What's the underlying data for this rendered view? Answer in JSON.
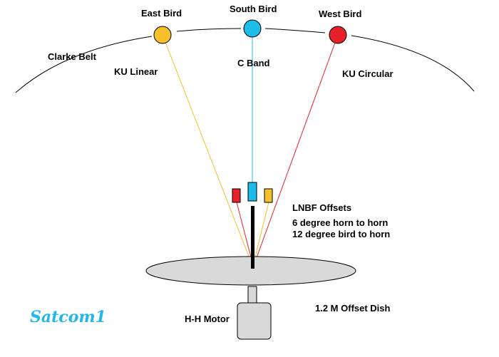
{
  "labels": {
    "east_bird": "East Bird",
    "south_bird": "South Bird",
    "west_bird": "West Bird",
    "clarke_belt": "Clarke Belt",
    "ku_linear": "KU Linear",
    "c_band": "C Band",
    "ku_circular": "KU Circular",
    "lnbf_offsets": "LNBF Offsets",
    "horn_to_horn": "6 degree horn to horn",
    "bird_to_horn": "12 degree bird to horn",
    "dish": "1.2 M Offset Dish",
    "motor": "H-H Motor",
    "logo": "Satcom1"
  },
  "colors": {
    "east_bird": "#f5c02a",
    "south_bird": "#1ebce8",
    "west_bird": "#e8202a",
    "dish_fill": "#d9d9d9",
    "motor_fill": "#d9d9d9",
    "logo": "#22b7e8"
  }
}
